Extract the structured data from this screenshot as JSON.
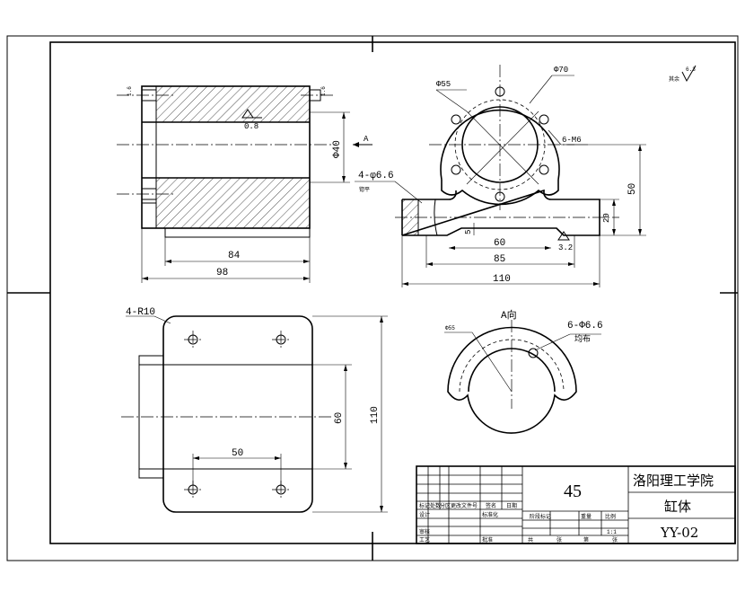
{
  "views": {
    "front": {
      "dims": {
        "d84": "84",
        "d98": "98",
        "dia40": "Φ40"
      },
      "roughness": "0.8",
      "holes": "4-φ6.6",
      "holes_note": "锪平",
      "depth_note": "1.6",
      "depth_note2": "1.6",
      "section_mark": "A"
    },
    "side": {
      "dims": {
        "d110": "110",
        "d85": "85",
        "d60": "60",
        "d5": "5",
        "d20": "20",
        "d50": "50"
      },
      "dia55": "Φ55",
      "dia70": "Φ70",
      "thread": "6-M6",
      "roughness": "3.2"
    },
    "top": {
      "dims": {
        "d110": "110",
        "d60v": "60",
        "d50": "50"
      },
      "radius": "4-R10"
    },
    "aview": {
      "title": "A向",
      "dia55": "Φ55",
      "holes": "6-Φ6.6",
      "holes_note": "均布"
    }
  },
  "roughness_other": {
    "label": "其余",
    "value": "6.3"
  },
  "title_block": {
    "material": "45",
    "school": "洛阳理工学院",
    "part_name": "缸体",
    "drawing_no": "YY-02",
    "scale": "1:1",
    "labels": {
      "mark": "标记",
      "count": "处数",
      "zone": "分区",
      "change_doc": "更改文件号",
      "sign": "签名",
      "date": "日期",
      "design": "设计",
      "standard": "标准化",
      "stage": "阶段标记",
      "weight": "重量",
      "scale_label": "比例",
      "review": "审核",
      "process": "工艺",
      "approve": "批准",
      "sheets": "共",
      "sheet_unit": "张",
      "page": "第",
      "page_unit": "张"
    }
  }
}
